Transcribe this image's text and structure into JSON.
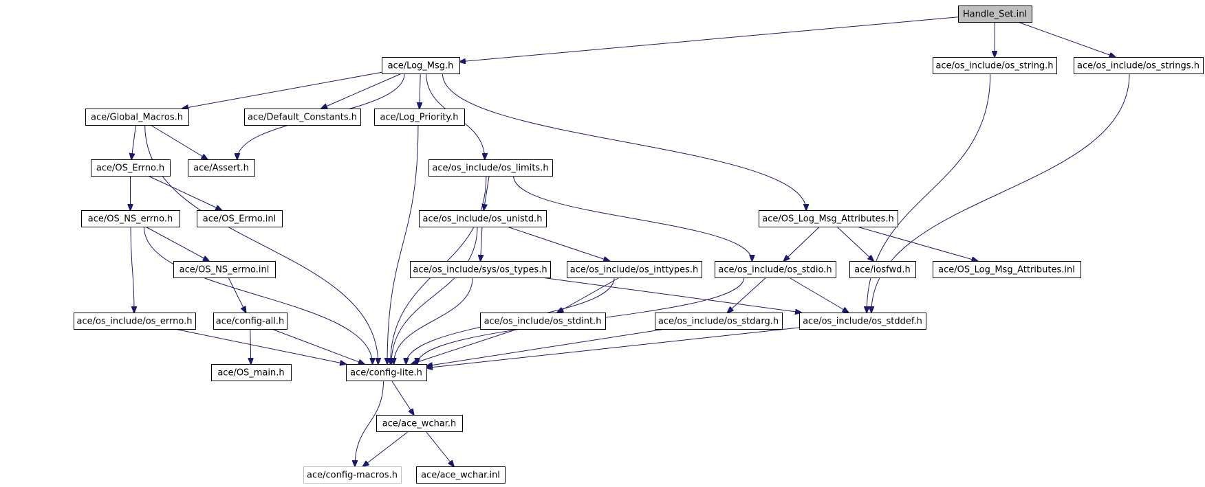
{
  "diagram": {
    "nodes": [
      {
        "id": "handle_set",
        "label": "Handle_Set.inl",
        "style": "root"
      },
      {
        "id": "log_msg",
        "label": "ace/Log_Msg.h"
      },
      {
        "id": "os_string",
        "label": "ace/os_include/os_string.h"
      },
      {
        "id": "os_strings",
        "label": "ace/os_include/os_strings.h"
      },
      {
        "id": "global_macros",
        "label": "ace/Global_Macros.h"
      },
      {
        "id": "default_constants",
        "label": "ace/Default_Constants.h"
      },
      {
        "id": "log_priority",
        "label": "ace/Log_Priority.h"
      },
      {
        "id": "os_errno",
        "label": "ace/OS_Errno.h"
      },
      {
        "id": "assert",
        "label": "ace/Assert.h"
      },
      {
        "id": "os_limits",
        "label": "ace/os_include/os_limits.h"
      },
      {
        "id": "os_ns_errno",
        "label": "ace/OS_NS_errno.h"
      },
      {
        "id": "os_errno_inl",
        "label": "ace/OS_Errno.inl"
      },
      {
        "id": "os_unistd",
        "label": "ace/os_include/os_unistd.h"
      },
      {
        "id": "os_log_msg_attr",
        "label": "ace/OS_Log_Msg_Attributes.h"
      },
      {
        "id": "os_ns_errno_inl",
        "label": "ace/OS_NS_errno.inl"
      },
      {
        "id": "sys_os_types",
        "label": "ace/os_include/sys/os_types.h"
      },
      {
        "id": "os_inttypes",
        "label": "ace/os_include/os_inttypes.h"
      },
      {
        "id": "os_stdio",
        "label": "ace/os_include/os_stdio.h"
      },
      {
        "id": "iosfwd",
        "label": "ace/iosfwd.h"
      },
      {
        "id": "os_log_msg_attr_inl",
        "label": "ace/OS_Log_Msg_Attributes.inl"
      },
      {
        "id": "os_include_errno",
        "label": "ace/os_include/os_errno.h"
      },
      {
        "id": "config_all",
        "label": "ace/config-all.h"
      },
      {
        "id": "os_stdint",
        "label": "ace/os_include/os_stdint.h"
      },
      {
        "id": "os_stdarg",
        "label": "ace/os_include/os_stdarg.h"
      },
      {
        "id": "os_stddef",
        "label": "ace/os_include/os_stddef.h"
      },
      {
        "id": "os_main",
        "label": "ace/OS_main.h"
      },
      {
        "id": "config_lite",
        "label": "ace/config-lite.h"
      },
      {
        "id": "ace_wchar",
        "label": "ace/ace_wchar.h"
      },
      {
        "id": "config_macros",
        "label": "ace/config-macros.h",
        "style": "gray"
      },
      {
        "id": "ace_wchar_inl",
        "label": "ace/ace_wchar.inl"
      }
    ],
    "edges": [
      [
        "handle_set",
        "log_msg"
      ],
      [
        "handle_set",
        "os_string"
      ],
      [
        "handle_set",
        "os_strings"
      ],
      [
        "log_msg",
        "global_macros"
      ],
      [
        "log_msg",
        "assert"
      ],
      [
        "log_msg",
        "default_constants"
      ],
      [
        "log_msg",
        "log_priority"
      ],
      [
        "log_msg",
        "os_limits"
      ],
      [
        "log_msg",
        "os_log_msg_attr"
      ],
      [
        "global_macros",
        "os_errno"
      ],
      [
        "global_macros",
        "assert"
      ],
      [
        "global_macros",
        "config_lite"
      ],
      [
        "os_errno",
        "os_ns_errno"
      ],
      [
        "os_errno",
        "os_errno_inl"
      ],
      [
        "os_ns_errno",
        "os_ns_errno_inl"
      ],
      [
        "os_ns_errno",
        "os_include_errno"
      ],
      [
        "os_ns_errno",
        "config_lite"
      ],
      [
        "os_ns_errno_inl",
        "config_all"
      ],
      [
        "config_all",
        "os_main"
      ],
      [
        "config_all",
        "config_lite"
      ],
      [
        "os_include_errno",
        "config_lite"
      ],
      [
        "log_priority",
        "config_lite"
      ],
      [
        "os_limits",
        "os_unistd"
      ],
      [
        "os_limits",
        "os_stdio"
      ],
      [
        "os_limits",
        "config_lite"
      ],
      [
        "os_unistd",
        "sys_os_types"
      ],
      [
        "os_unistd",
        "os_inttypes"
      ],
      [
        "os_unistd",
        "config_lite"
      ],
      [
        "sys_os_types",
        "os_stddef"
      ],
      [
        "sys_os_types",
        "config_lite"
      ],
      [
        "os_inttypes",
        "os_stdint"
      ],
      [
        "os_inttypes",
        "config_lite"
      ],
      [
        "os_stdint",
        "config_lite"
      ],
      [
        "os_log_msg_attr",
        "os_stdio"
      ],
      [
        "os_log_msg_attr",
        "iosfwd"
      ],
      [
        "os_log_msg_attr",
        "os_log_msg_attr_inl"
      ],
      [
        "os_stdio",
        "os_stdarg"
      ],
      [
        "os_stdio",
        "os_stddef"
      ],
      [
        "os_stdio",
        "config_lite"
      ],
      [
        "os_stdarg",
        "config_lite"
      ],
      [
        "os_stddef",
        "config_lite"
      ],
      [
        "os_string",
        "os_stddef"
      ],
      [
        "os_strings",
        "os_stddef"
      ],
      [
        "config_lite",
        "ace_wchar"
      ],
      [
        "config_lite",
        "config_macros"
      ],
      [
        "ace_wchar",
        "config_macros"
      ],
      [
        "ace_wchar",
        "ace_wchar_inl"
      ]
    ]
  }
}
